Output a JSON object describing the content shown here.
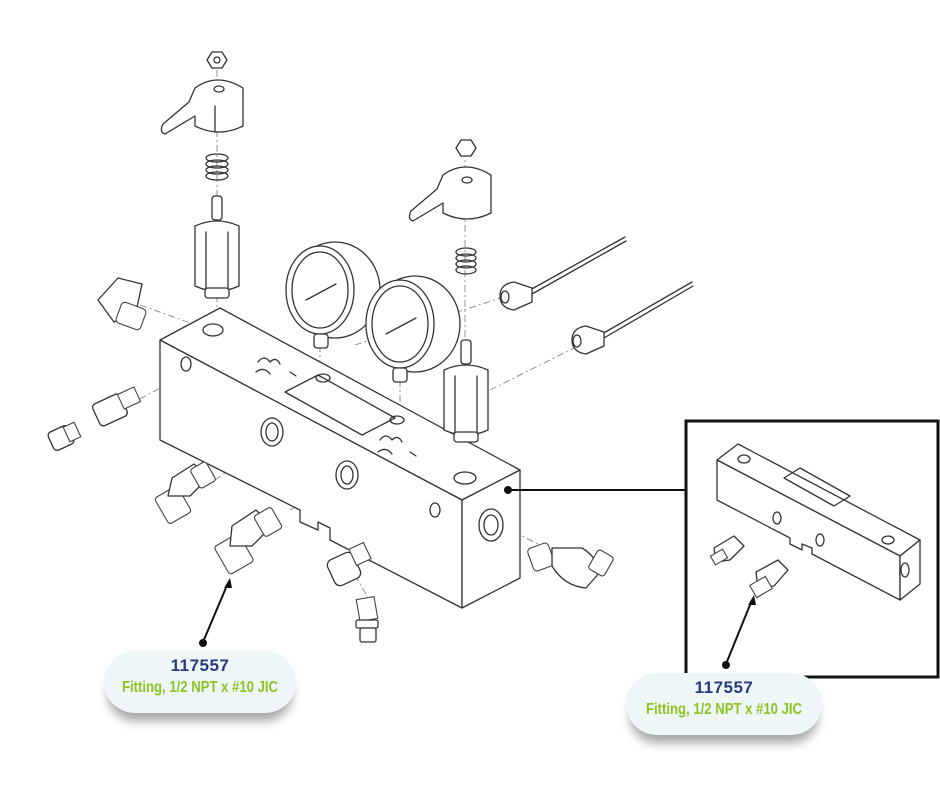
{
  "diagram": {
    "title": "Manifold block exploded parts diagram",
    "colors": {
      "part_number": "#273c7c",
      "description": "#8cc51e",
      "label_background": "#eef6f8",
      "line_art": "#333333"
    },
    "callouts": [
      {
        "part_number": "117557",
        "description": "Fitting, 1/2 NPT x #10 JIC",
        "location": "main-view"
      },
      {
        "part_number": "117557",
        "description": "Fitting, 1/2 NPT x #10 JIC",
        "location": "inset-view"
      }
    ],
    "inset": {
      "subject": "manifold block detail"
    }
  }
}
